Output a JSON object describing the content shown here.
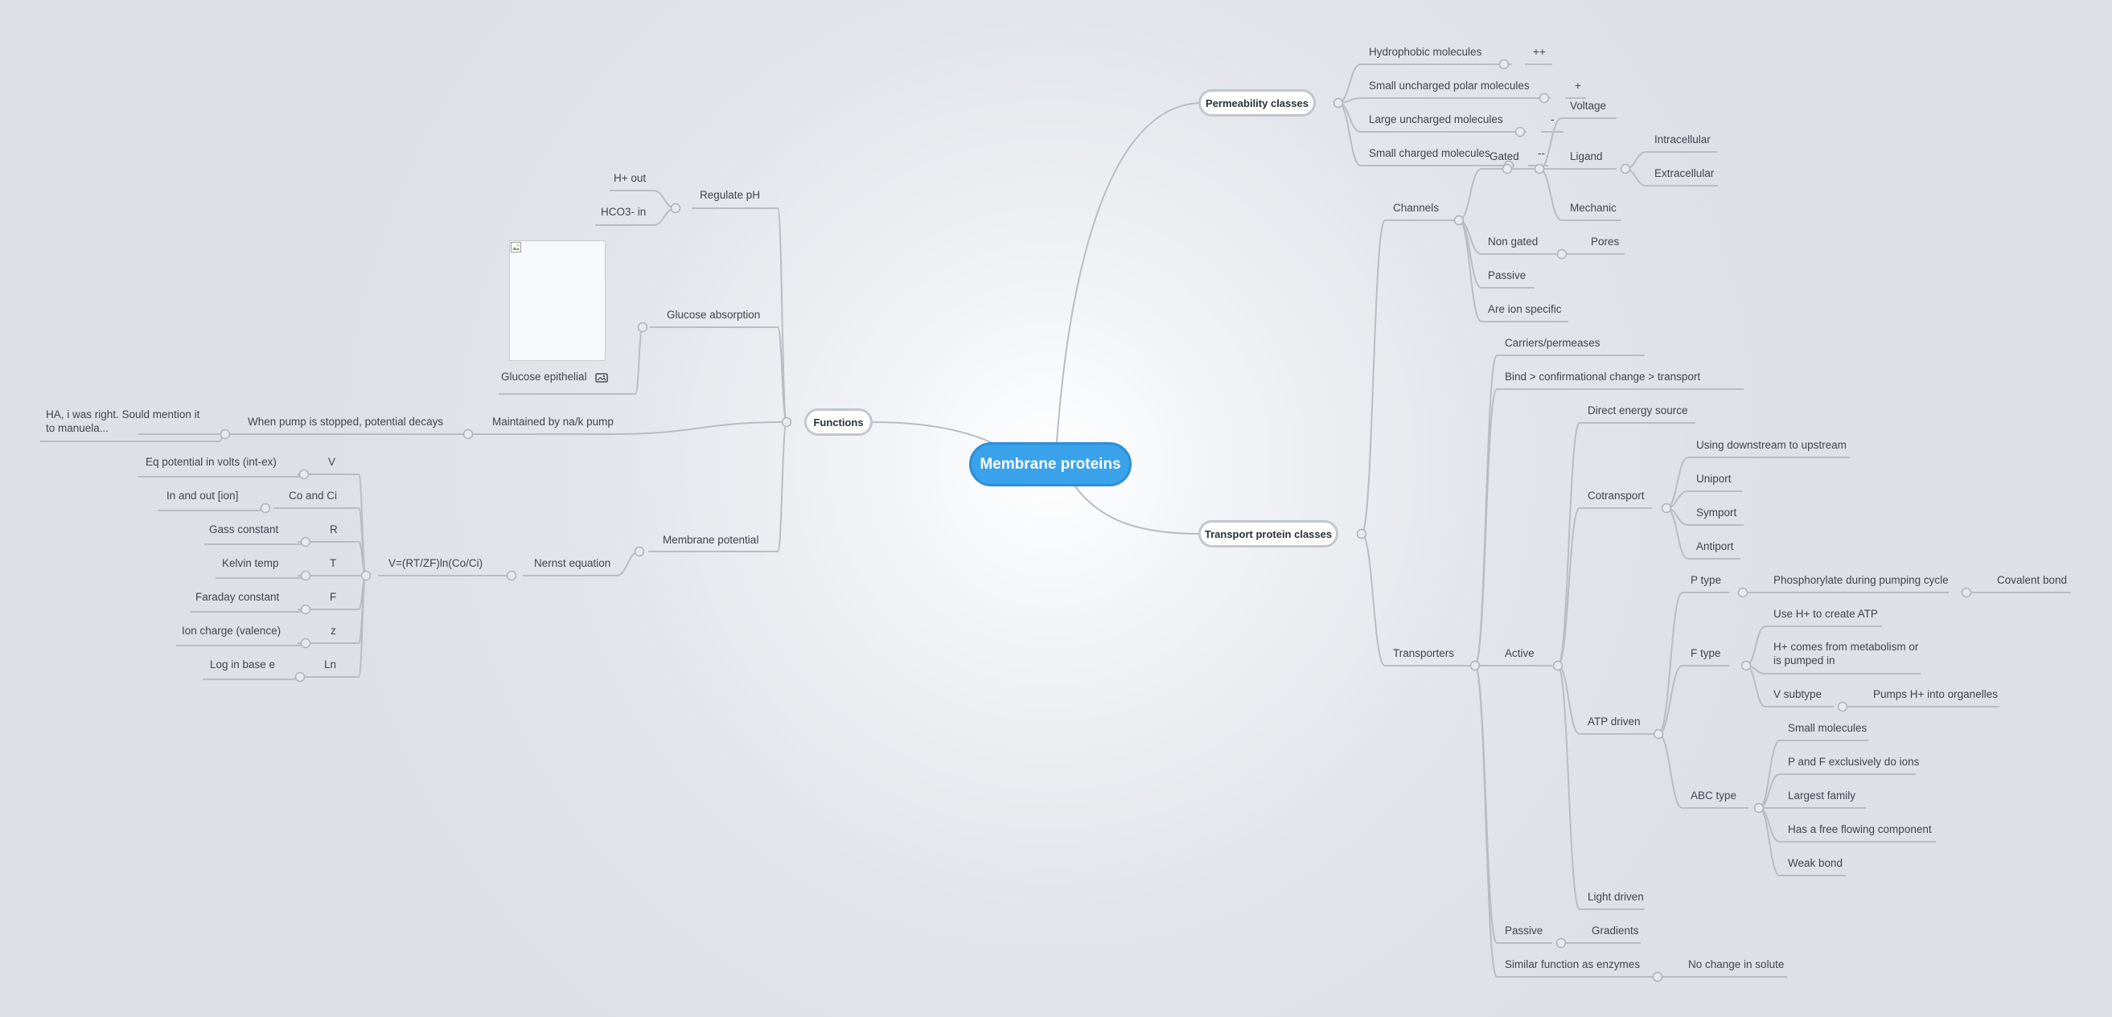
{
  "root": "Membrane proteins",
  "functions": {
    "label": "Functions",
    "regulate_ph": {
      "label": "Regulate pH",
      "children": [
        "H+ out",
        "HCO3- in"
      ]
    },
    "glucose_absorption": {
      "label": "Glucose absorption",
      "image_caption": "Glucose epithelial",
      "image_icon": "image-icon"
    },
    "maintained": {
      "label": "Maintained by na/k pump"
    },
    "pump_stopped": {
      "label": "When pump is stopped, potential decays"
    },
    "ha_note": {
      "label": "HA, i was right. Sould mention it to manuela..."
    },
    "membrane_potential": {
      "label": "Membrane potential"
    },
    "nernst": {
      "label": "Nernst equation"
    },
    "formula": {
      "label": "V=(RT/ZF)ln(Co/Ci)"
    },
    "terms": [
      {
        "symbol": "V",
        "meaning": "Eq potential in volts (int-ex)"
      },
      {
        "symbol": "Co and Ci",
        "meaning": "In and out [ion]"
      },
      {
        "symbol": "R",
        "meaning": "Gass constant"
      },
      {
        "symbol": "T",
        "meaning": "Kelvin temp"
      },
      {
        "symbol": "F",
        "meaning": "Faraday constant"
      },
      {
        "symbol": "z",
        "meaning": "Ion charge (valence)"
      },
      {
        "symbol": "Ln",
        "meaning": "Log in base e"
      }
    ]
  },
  "permeability": {
    "label": "Permeability classes",
    "items": [
      {
        "label": "Hydrophobic molecules",
        "rank": "++"
      },
      {
        "label": "Small uncharged polar molecules",
        "rank": "+"
      },
      {
        "label": "Large uncharged molecules",
        "rank": "-"
      },
      {
        "label": "Small charged molecules",
        "rank": "--"
      }
    ]
  },
  "transport": {
    "label": "Transport protein classes",
    "channels": {
      "label": "Channels",
      "gated": {
        "label": "Gated",
        "voltage": "Voltage",
        "ligand": "Ligand",
        "ligand_children": [
          "Intracellular",
          "Extracellular"
        ],
        "mechanic": "Mechanic"
      },
      "non_gated": {
        "label": "Non gated",
        "pores": "Pores"
      },
      "passive": "Passive",
      "ion_specific": "Are ion specific"
    },
    "transporters": {
      "label": "Transporters",
      "carriers": "Carriers/permeases",
      "bind": "Bind > confirmational change > transport",
      "active": {
        "label": "Active",
        "direct": "Direct energy source",
        "cotransport": {
          "label": "Cotransport",
          "children": [
            "Using downstream to upstream",
            "Uniport",
            "Symport",
            "Antiport"
          ]
        },
        "atp": {
          "label": "ATP driven",
          "p_type": {
            "label": "P type",
            "phos": "Phosphorylate during pumping cycle",
            "covalent": "Covalent bond"
          },
          "f_type": {
            "label": "F type",
            "use_h": "Use H+ to create ATP",
            "h_comes": "H+ comes from metabolism or is pumped in",
            "v_subtype": "V subtype",
            "pumps": "Pumps H+ into organelles"
          },
          "abc_type": {
            "label": "ABC type",
            "children": [
              "Small molecules",
              "P and F exclusively do ions",
              "Largest family",
              "Has a free flowing component",
              "Weak bond"
            ]
          }
        },
        "light": "Light driven"
      },
      "passive": {
        "label": "Passive",
        "gradients": "Gradients"
      },
      "similar": {
        "label": "Similar function as enzymes",
        "no_change": "No change in solute"
      }
    }
  }
}
